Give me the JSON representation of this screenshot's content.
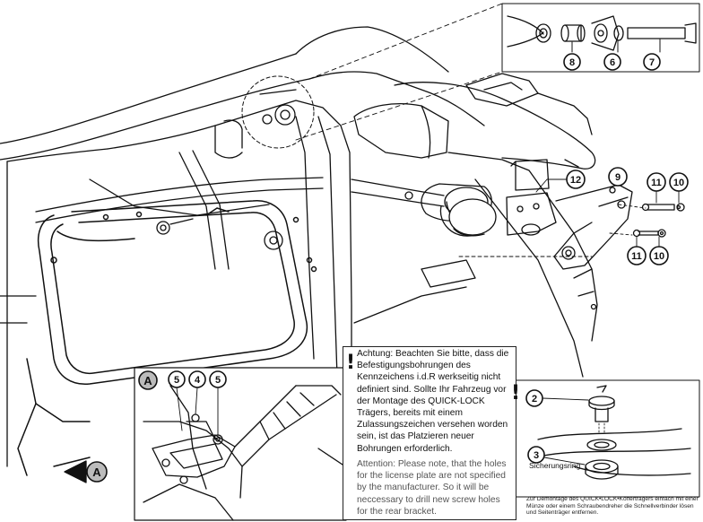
{
  "callouts": {
    "c2": "2",
    "c3": "3",
    "c4": "4",
    "c5a": "5",
    "c5b": "5",
    "c6": "6",
    "c7": "7",
    "c8": "8",
    "c9": "9",
    "c10a": "10",
    "c10b": "10",
    "c11a": "11",
    "c11b": "11",
    "c12": "12"
  },
  "view_marker": {
    "letter": "A",
    "detail_letter": "A"
  },
  "notice": {
    "german": "Achtung: Beachten Sie bitte, dass die Befestigungsbohrungen des Kennzeichens i.d.R werkseitig nicht definiert sind. Sollte Ihr Fahrzeug vor der Montage des QUICK-LOCK Trägers, bereits mit einem Zulassungszeichen versehen worden sein, ist das Platzieren neuer Bohrungen erforderlich.",
    "english": "Attention: Please note, that the holes for the license plate are not specified by the manufacturer. So it will be neccessary to drill new screw holes for the rear bracket."
  },
  "quicklock": {
    "ring_label": "Sicherungsring",
    "caption": "Zur Demontage des QUICK•LOCK•Kofferträgers einfach mit einer Münze oder einem Schraubendreher die Schnellverbinder lösen und Seitenträger entfernen."
  },
  "icons": {
    "warning": "exclamation-mark-icon"
  }
}
